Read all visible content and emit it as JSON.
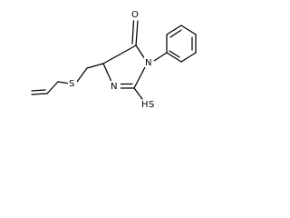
{
  "molecule": {
    "labels": {
      "oxygen": "O",
      "n1": "N",
      "n3": "N",
      "h_on_n3": "H",
      "sulfur_thioxo": "S",
      "sulfur_thioether": "S"
    },
    "line_color": "#000000",
    "background": "#ffffff"
  }
}
